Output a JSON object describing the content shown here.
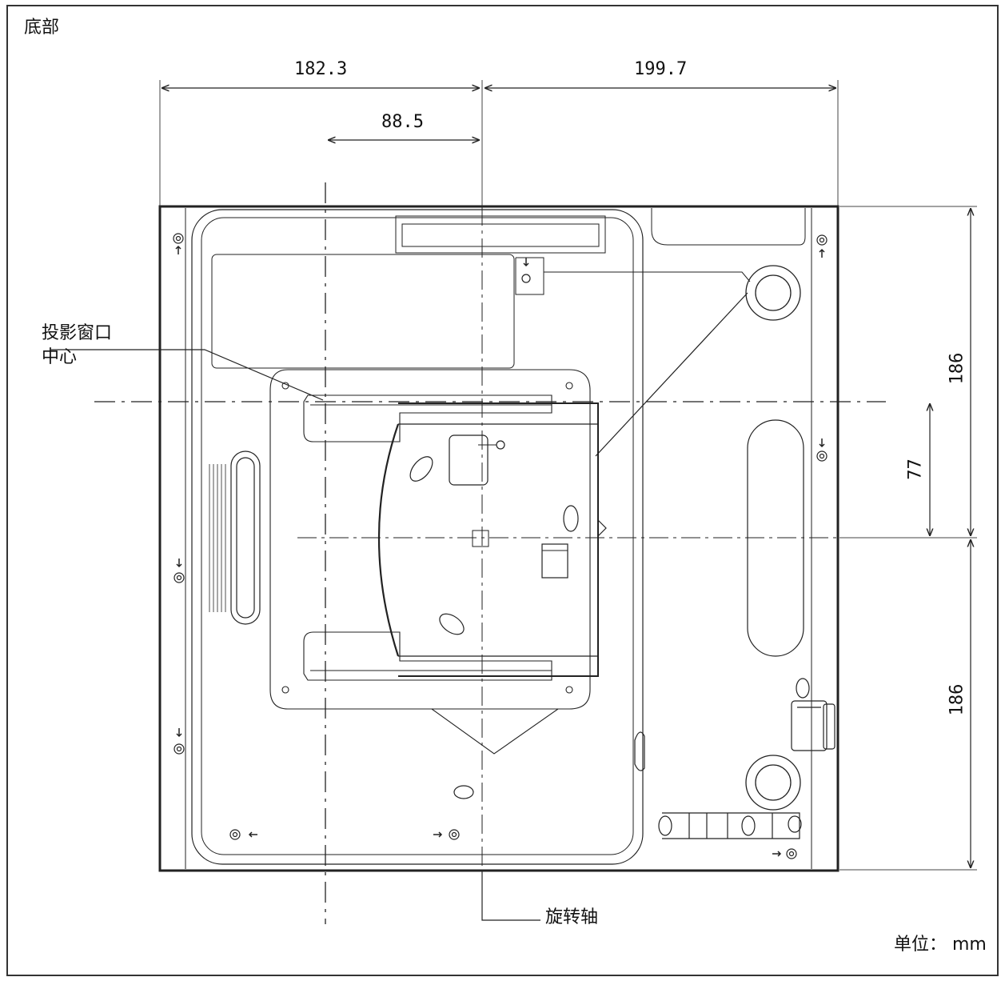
{
  "title": "底部",
  "unit_label": "单位： mm",
  "labels": {
    "projection_window_line1": "投影窗口",
    "projection_window_line2": "中心",
    "rotation_axis": "旋转轴"
  },
  "dimensions": {
    "left_width": "182.3",
    "right_width": "199.7",
    "window_offset": "88.5",
    "upper_depth": "186",
    "window_depth": "77",
    "lower_depth": "186"
  }
}
